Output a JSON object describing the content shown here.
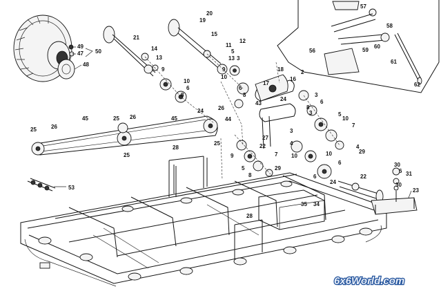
{
  "labels": {
    "l20": "20",
    "l19": "19",
    "l15": "15",
    "l11": "11",
    "l12": "12",
    "l5a": "5",
    "l3a": "3",
    "l13a": "13",
    "l21": "21",
    "l14": "14",
    "l13b": "13",
    "l49": "49",
    "l47": "47",
    "l50": "50",
    "l48": "48",
    "l9a": "9",
    "l10a": "10",
    "l6a": "6",
    "l8a": "8",
    "l18": "18",
    "l17": "17",
    "l2": "2",
    "l16": "16",
    "l9b": "9",
    "l10b": "10",
    "l6b": "6",
    "l8b": "8",
    "l24a": "24",
    "l26a": "26",
    "l44": "44",
    "l43": "43",
    "l24b": "24",
    "l45a": "45",
    "l45b": "45",
    "l25a": "25",
    "l26b": "26",
    "l25b": "25",
    "l26c": "26",
    "l25c": "25",
    "l25d": "25",
    "l3b": "3",
    "l6c": "6",
    "l5b": "5",
    "l10c": "10",
    "l7a": "7",
    "l4a": "4",
    "l29a": "29",
    "l8c": "8",
    "l3c": "3",
    "l28a": "28",
    "l10d": "10",
    "l6d": "6",
    "l27": "27",
    "l22a": "22",
    "l7b": "7",
    "l9c": "9",
    "l5c": "5",
    "l29b": "29",
    "l8d": "8",
    "l3d": "3",
    "l4b": "4",
    "l10e": "10",
    "l6e": "6",
    "l53": "53",
    "l22b": "22",
    "l24c": "24",
    "l30a": "30",
    "l6f": "6",
    "l31": "31",
    "l30b": "30",
    "l23": "23",
    "l35": "35",
    "l34": "34",
    "l28b": "28",
    "i57": "57",
    "i58": "58",
    "i56": "56",
    "i59": "59",
    "i60": "60",
    "i61": "61",
    "i62": "62"
  },
  "watermark": "6x6World.com",
  "colors": {
    "ink": "#111111",
    "watermark_fill": "#e8eef8",
    "watermark_stroke": "#1d4f9a"
  },
  "icons": {
    "wheel": "tire-with-hub",
    "track": "drive-belt-track",
    "frame": "chassis-frame",
    "inset": "steering-linkage-detail"
  }
}
